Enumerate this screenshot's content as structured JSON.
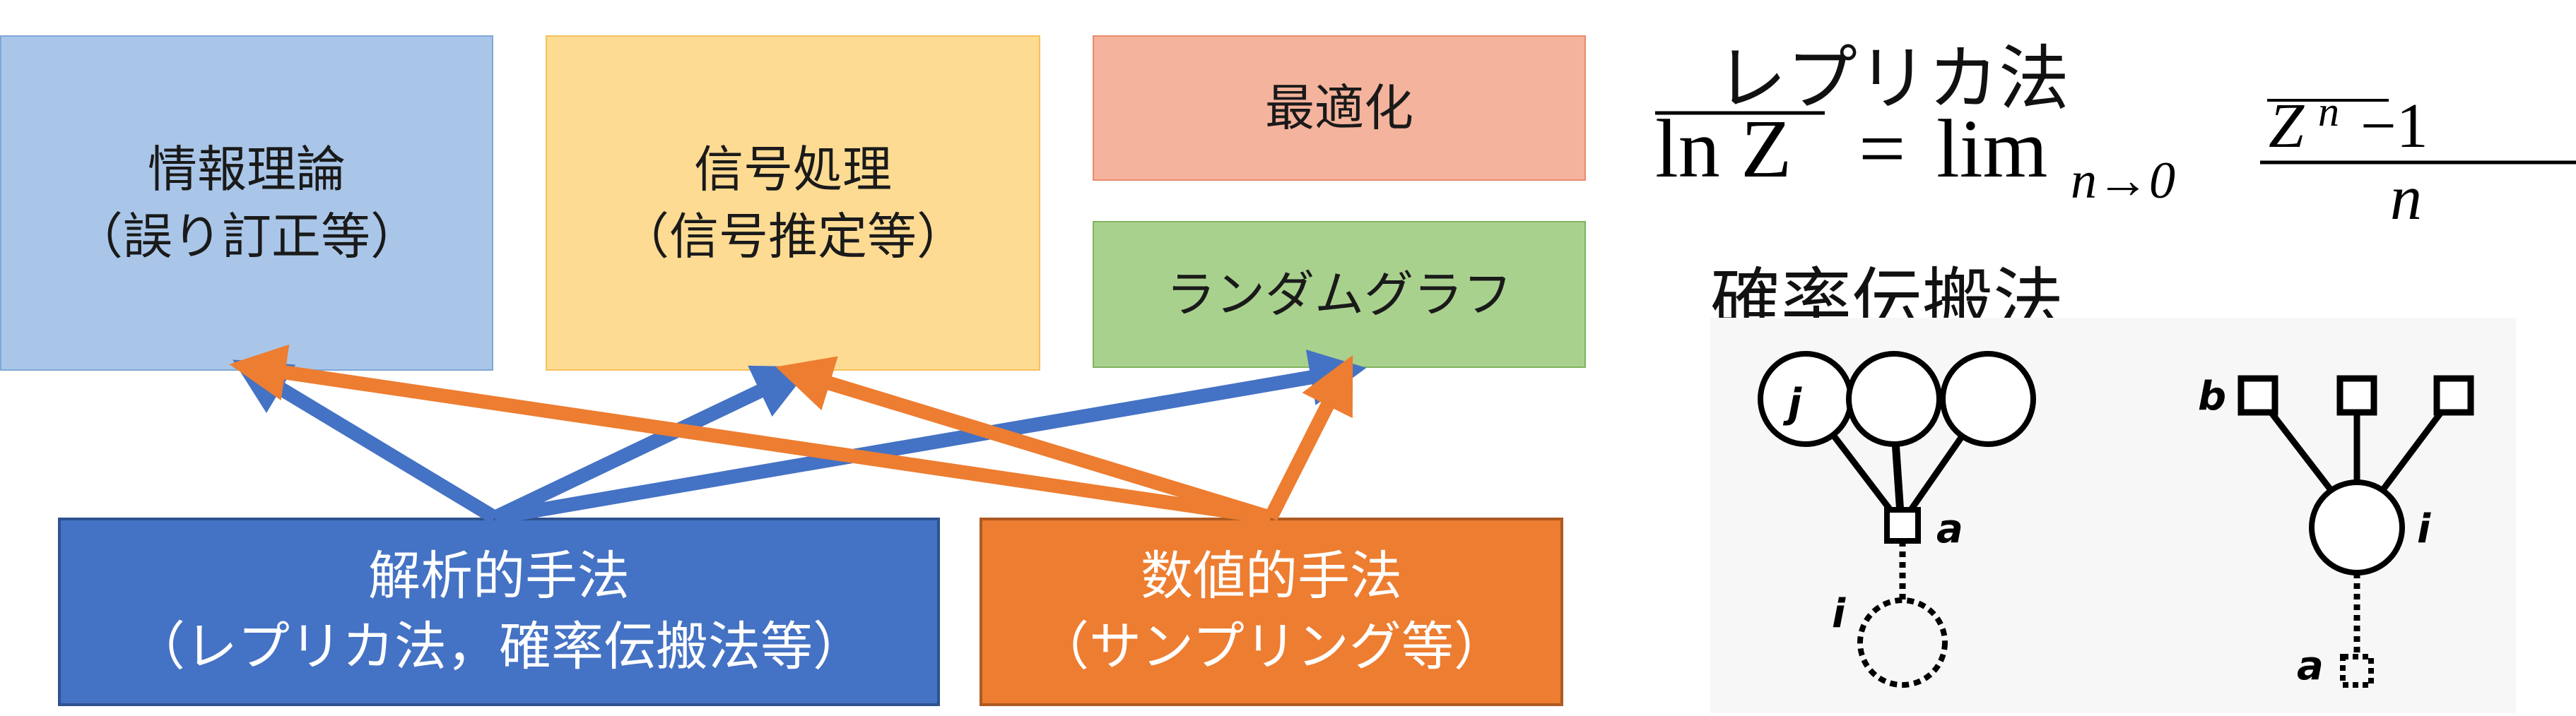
{
  "boxes": {
    "info_theory": {
      "line1": "情報理論",
      "line2": "（誤り訂正等）"
    },
    "signal_processing": {
      "line1": "信号処理",
      "line2": "（信号推定等）"
    },
    "optimization": {
      "line1": "最適化"
    },
    "random_graph": {
      "line1": "ランダムグラフ"
    },
    "analytic": {
      "line1": "解析的手法",
      "line2": "（レプリカ法，確率伝搬法等）"
    },
    "numeric": {
      "line1": "数値的手法",
      "line2": "（サンプリング等）"
    }
  },
  "replica": {
    "title": "レプリカ法",
    "lhs": "ln Z",
    "equals": "=",
    "lim": "lim",
    "lim_sub": "n→0",
    "num_base": "Z",
    "num_exp": "n",
    "num_tail": "−1",
    "den": "n"
  },
  "bp": {
    "title": "確率伝搬法",
    "left_labels": {
      "j": "j",
      "a": "a",
      "i": "i"
    },
    "right_labels": {
      "b": "b",
      "i": "i",
      "a": "a"
    }
  },
  "colors": {
    "blue_arrow": "#4472c4",
    "orange_arrow": "#ed7d31"
  }
}
